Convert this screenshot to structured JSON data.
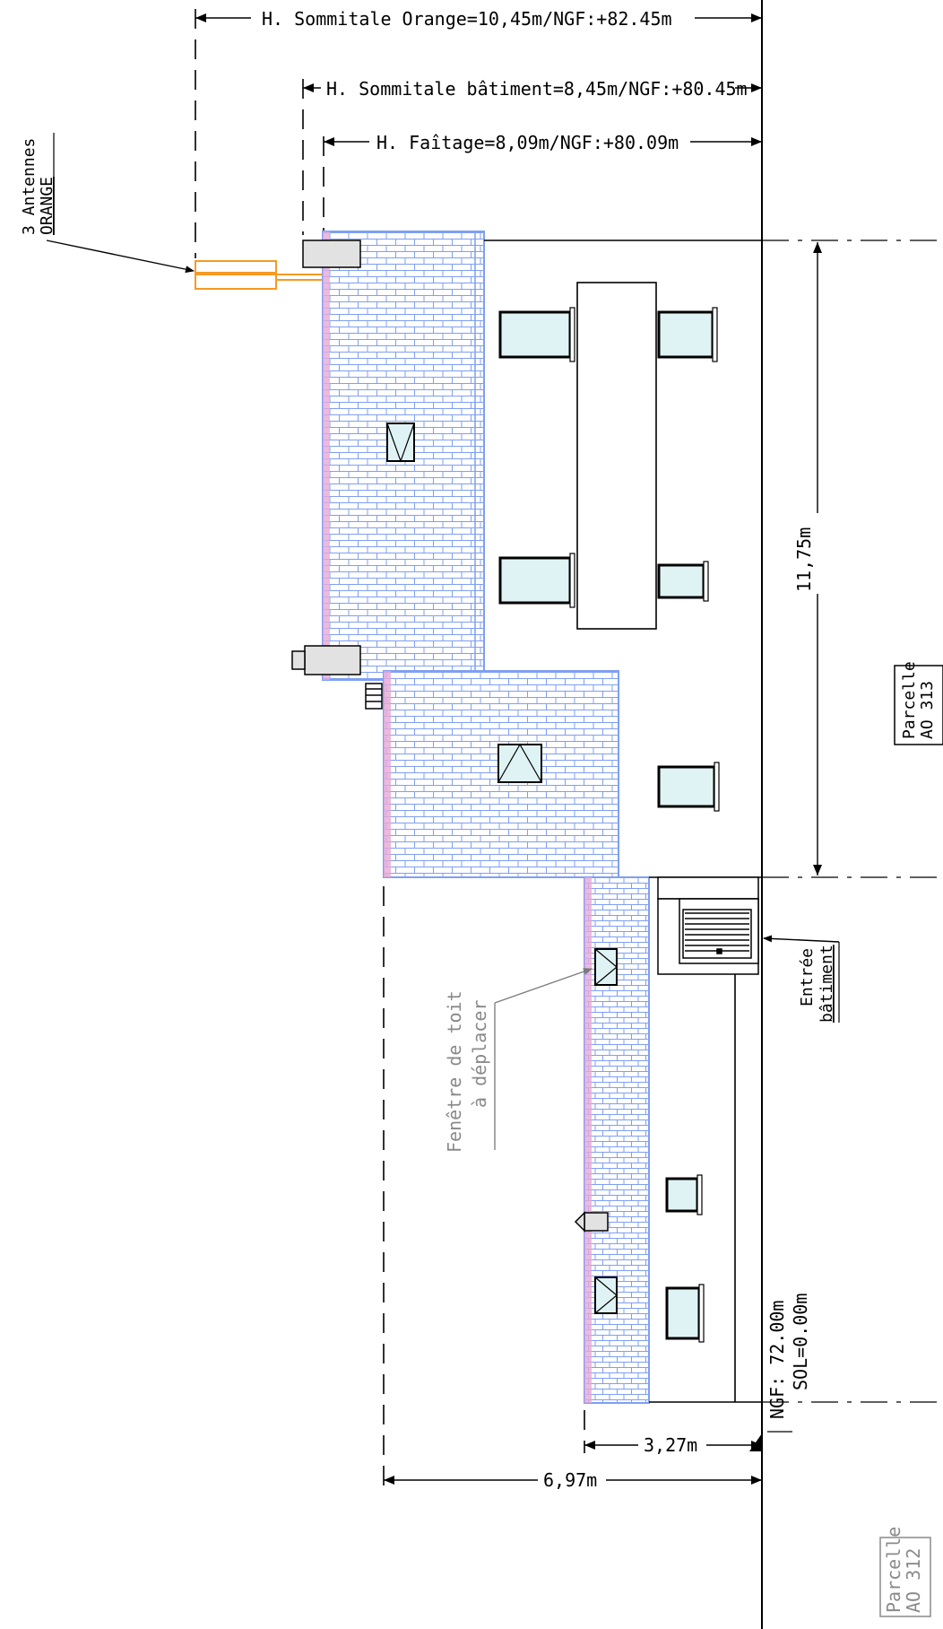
{
  "heights": {
    "orange": "H. Sommitale Orange=10,45m/NGF:+82.45m",
    "batiment": "H. Sommitale bâtiment=8,45m/NGF:+80.45m",
    "faitage": "H. Faîtage=8,09m/NGF:+80.09m"
  },
  "antennas": {
    "line1": "3 Antennes",
    "line2": "ORANGE"
  },
  "dimensions": {
    "height": "11,75m",
    "width_small": "3,27m",
    "width_large": "6,97m"
  },
  "parcels": {
    "north": [
      "Parcelle",
      "AO 313"
    ],
    "south": [
      "Parcelle",
      "AO 312"
    ]
  },
  "entrance": [
    "Entrée",
    "bâtiment"
  ],
  "roof_window_note": [
    "Fenêtre de toit",
    "à déplacer"
  ],
  "ground": {
    "ngf": "NGF: 72.00m",
    "sol": "SOL=0.00m"
  },
  "colors": {
    "antenna": "#f59a23",
    "roof_tiles": "#7f9ff2",
    "roof_edge": "#e6a9d6",
    "leader": "#7a7a7a"
  }
}
